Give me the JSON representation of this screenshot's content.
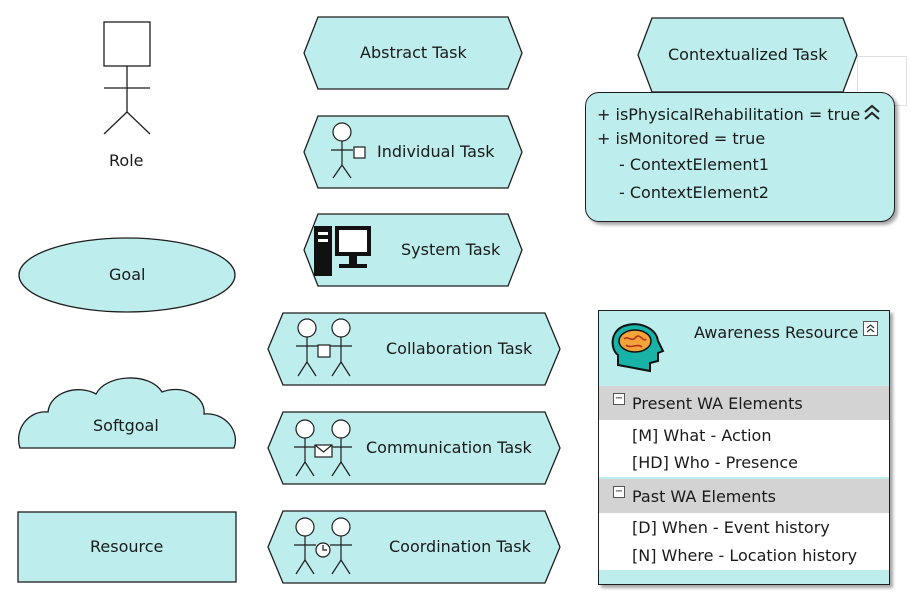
{
  "role": {
    "label": "Role"
  },
  "goal": {
    "label": "Goal"
  },
  "softgoal": {
    "label": "Softgoal"
  },
  "resource": {
    "label": "Resource"
  },
  "tasks": {
    "abstract": "Abstract Task",
    "individual": "Individual Task",
    "system": "System Task",
    "collaboration": "Collaboration Task",
    "communication": "Communication Task",
    "coordination": "Coordination Task"
  },
  "contextualized": {
    "title": "Contextualized Task",
    "lines": [
      "+ isPhysicalRehabilitation = true",
      "+ isMonitored = true",
      "- ContextElement1",
      "- ContextElement2"
    ],
    "collapse_icon": "double-chevron-up-icon"
  },
  "awareness": {
    "title": "Awareness Resource",
    "icon": "brain-head-icon",
    "sections": [
      {
        "label": "Present WA Elements",
        "items": [
          "[M] What - Action",
          "[HD] Who - Presence"
        ]
      },
      {
        "label": "Past WA Elements",
        "items": [
          "[D] When - Event history",
          "[N] Where - Location history"
        ]
      }
    ]
  },
  "colors": {
    "fill": "#bdeeed",
    "stroke": "#1e1e1e",
    "section_header": "#d3d3d3"
  }
}
